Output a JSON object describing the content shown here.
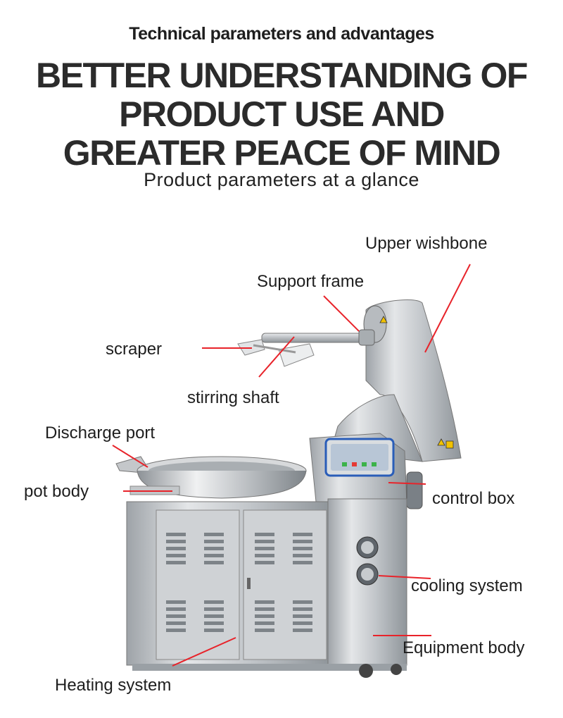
{
  "header": {
    "subtitle": "Technical parameters and advantages",
    "headline": [
      "BETTER UNDERSTANDING OF",
      "PRODUCT USE AND",
      "GREATER PEACE OF MIND"
    ],
    "tagline": "Product parameters at a glance"
  },
  "labels": {
    "upper_wishbone": "Upper wishbone",
    "support_frame": "Support frame",
    "scraper": "scraper",
    "stirring_shaft": "stirring shaft",
    "discharge_port": "Discharge port",
    "pot_body": "pot body",
    "control_box": "control box",
    "cooling_system": "cooling system",
    "equipment_body": "Equipment body",
    "heating_system": "Heating system"
  },
  "colors": {
    "leader_line": "#e8232a",
    "steel": "#c9cccf",
    "text": "#222222"
  }
}
